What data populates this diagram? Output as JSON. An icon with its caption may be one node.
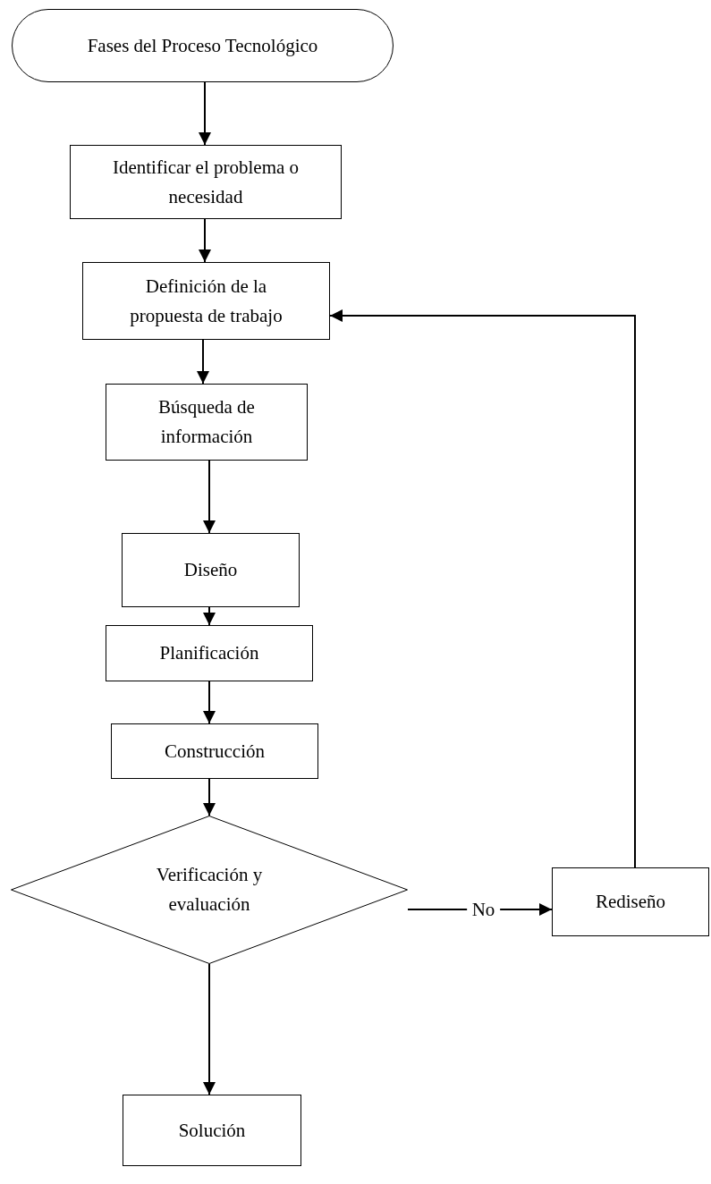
{
  "diagram": {
    "nodes": [
      {
        "text": [
          "Fases del Proceso Tecnológico"
        ]
      },
      {
        "text": [
          "Identificar el problema o necesidad"
        ]
      },
      {
        "text": [
          "Definición de la propuesta de trabajo"
        ]
      },
      {
        "text": [
          "Búsqueda de información"
        ]
      },
      {
        "text": [
          "Diseño"
        ]
      },
      {
        "text": [
          "Planificación"
        ]
      },
      {
        "text": [
          "Construcción"
        ]
      },
      {
        "text": [
          "Verificación y evaluación"
        ]
      },
      {
        "text": [
          "Rediseño"
        ]
      },
      {
        "text": [
          "Solución"
        ]
      }
    ],
    "edges": [
      {
        "from": 0,
        "to": 1,
        "arrow": "to"
      },
      {
        "from": 1,
        "to": 2,
        "arrow": "to"
      },
      {
        "from": 2,
        "to": 3,
        "arrow": "to"
      },
      {
        "from": 3,
        "to": 4,
        "arrow": "to"
      },
      {
        "from": 4,
        "to": 5,
        "arrow": "to"
      },
      {
        "from": 5,
        "to": 6,
        "arrow": "to"
      },
      {
        "from": 6,
        "to": 7,
        "arrow": "to"
      },
      {
        "from": 7,
        "to": 8,
        "arrow": "to",
        "label": "No"
      },
      {
        "from": 8,
        "to": 2,
        "arrow": "to"
      },
      {
        "from": 7,
        "to": 9,
        "arrow": "to"
      }
    ]
  }
}
